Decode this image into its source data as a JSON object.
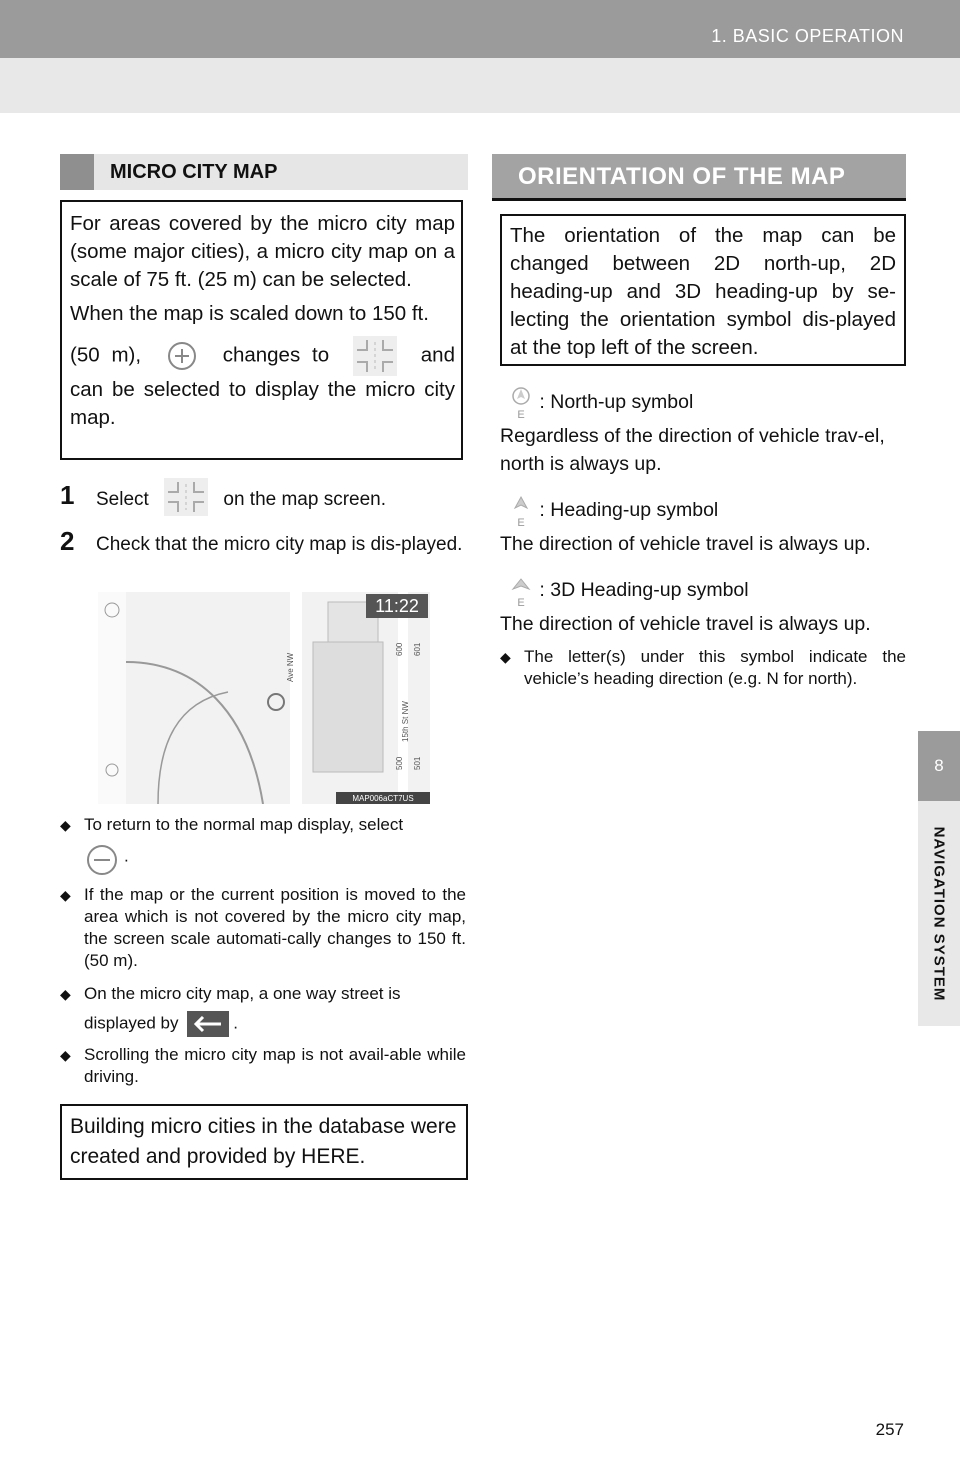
{
  "header": {
    "chapter": "1. BASIC OPERATION"
  },
  "side": {
    "tab_number": "8",
    "label": "NAVIGATION SYSTEM"
  },
  "page_number": "257",
  "left": {
    "heading": "MICRO CITY MAP",
    "box_p1": "For areas covered by the micro city map (some major cities), a micro city map on a scale of 75 ft. (25 m) can be selected.",
    "box_p2a": "When the map is scaled down to 150 ft.",
    "box_p2b": "(50 m),",
    "box_p2c": "changes to",
    "box_p2d": "and can be selected to display the micro city map.",
    "step1_num": "1",
    "step1_a": "Select",
    "step1_b": "on the map screen.",
    "step2_num": "2",
    "step2": "Check that the micro city map is dis-played.",
    "map_clock": "11:22",
    "map_caption": "MAP006aCT7US",
    "map_streets": [
      "Ave NW",
      "15th St NW",
      "600",
      "601",
      "500",
      "501"
    ],
    "bullet1_a": "To return to the normal map display, select",
    "bullet1_b": ".",
    "bullet2": "If the map or the current position is moved to the area which is not covered by the micro city map, the screen scale automati-cally changes to 150 ft. (50 m).",
    "bullet3_a": "On the micro city map, a one way street is",
    "bullet3_b": "displayed by",
    "bullet3_c": ".",
    "bullet4": "Scrolling the micro city map is not avail-able while driving.",
    "bottom_box": "Building micro cities in the database were created and provided by HERE."
  },
  "right": {
    "heading": "ORIENTATION OF THE MAP",
    "box": "The orientation of the map can be changed between 2D north-up, 2D heading-up and 3D heading-up by se-lecting the orientation symbol dis-played at the top left of the screen.",
    "sym1_label": ": North-up symbol",
    "sym1_desc": "Regardless of the direction of vehicle trav-el, north is always up.",
    "sym2_label": ": Heading-up symbol",
    "sym2_desc": "The direction of vehicle travel is always up.",
    "sym3_label": ": 3D Heading-up symbol",
    "sym3_desc": "The direction of vehicle travel is always up.",
    "bullet": "The letter(s) under this symbol indicate the vehicle’s heading direction (e.g. N for north).",
    "compass_letter": "E"
  }
}
